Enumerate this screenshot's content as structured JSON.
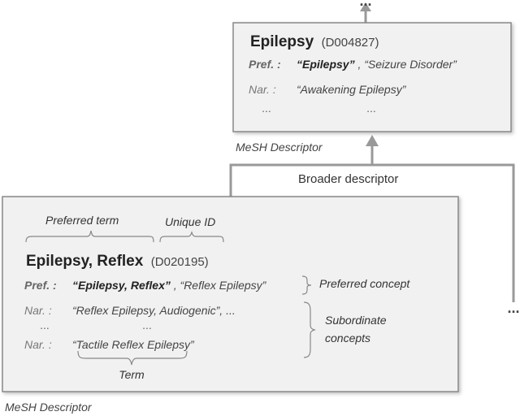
{
  "colors": {
    "box_fill": "#f1f1f1",
    "box_stroke": "#888888",
    "connector": "#999999",
    "text_dark": "#222222",
    "text_gray": "#666666"
  },
  "top_ellipsis": "...",
  "top_box": {
    "term": "Epilepsy",
    "unique_id": "(D004827)",
    "pref_label": "Pref. :",
    "pref_term_main": "“Epilepsy”",
    "pref_term_rest": ", “Seizure Disorder”",
    "nar_label": "Nar. :",
    "nar_term": "“Awakening Epilepsy”",
    "ellipsis_left": "...",
    "ellipsis_right": "...",
    "caption": "MeSH Descriptor"
  },
  "broader_label": "Broader descriptor",
  "side_ellipsis": "...",
  "main_box": {
    "preferred_term_label": "Preferred term",
    "unique_id_label": "Unique ID",
    "term": "Epilepsy, Reflex",
    "unique_id": "(D020195)",
    "pref_label": "Pref. :",
    "pref_term_main": "“Epilepsy, Reflex”",
    "pref_term_rest": ", “Reflex Epilepsy”",
    "preferred_concept_label": "Preferred concept",
    "nar_label_1": "Nar. :",
    "nar_term_1": "“Reflex Epilepsy, Audiogenic”, ...",
    "ellipsis_left": "...",
    "ellipsis_mid": "...",
    "nar_label_2": "Nar. :",
    "nar_term_2": "“Tactile Reflex Epilepsy”",
    "subordinate_line1": "Subordinate",
    "subordinate_line2": "concepts",
    "term_label": "Term",
    "caption": "MeSH Descriptor"
  }
}
